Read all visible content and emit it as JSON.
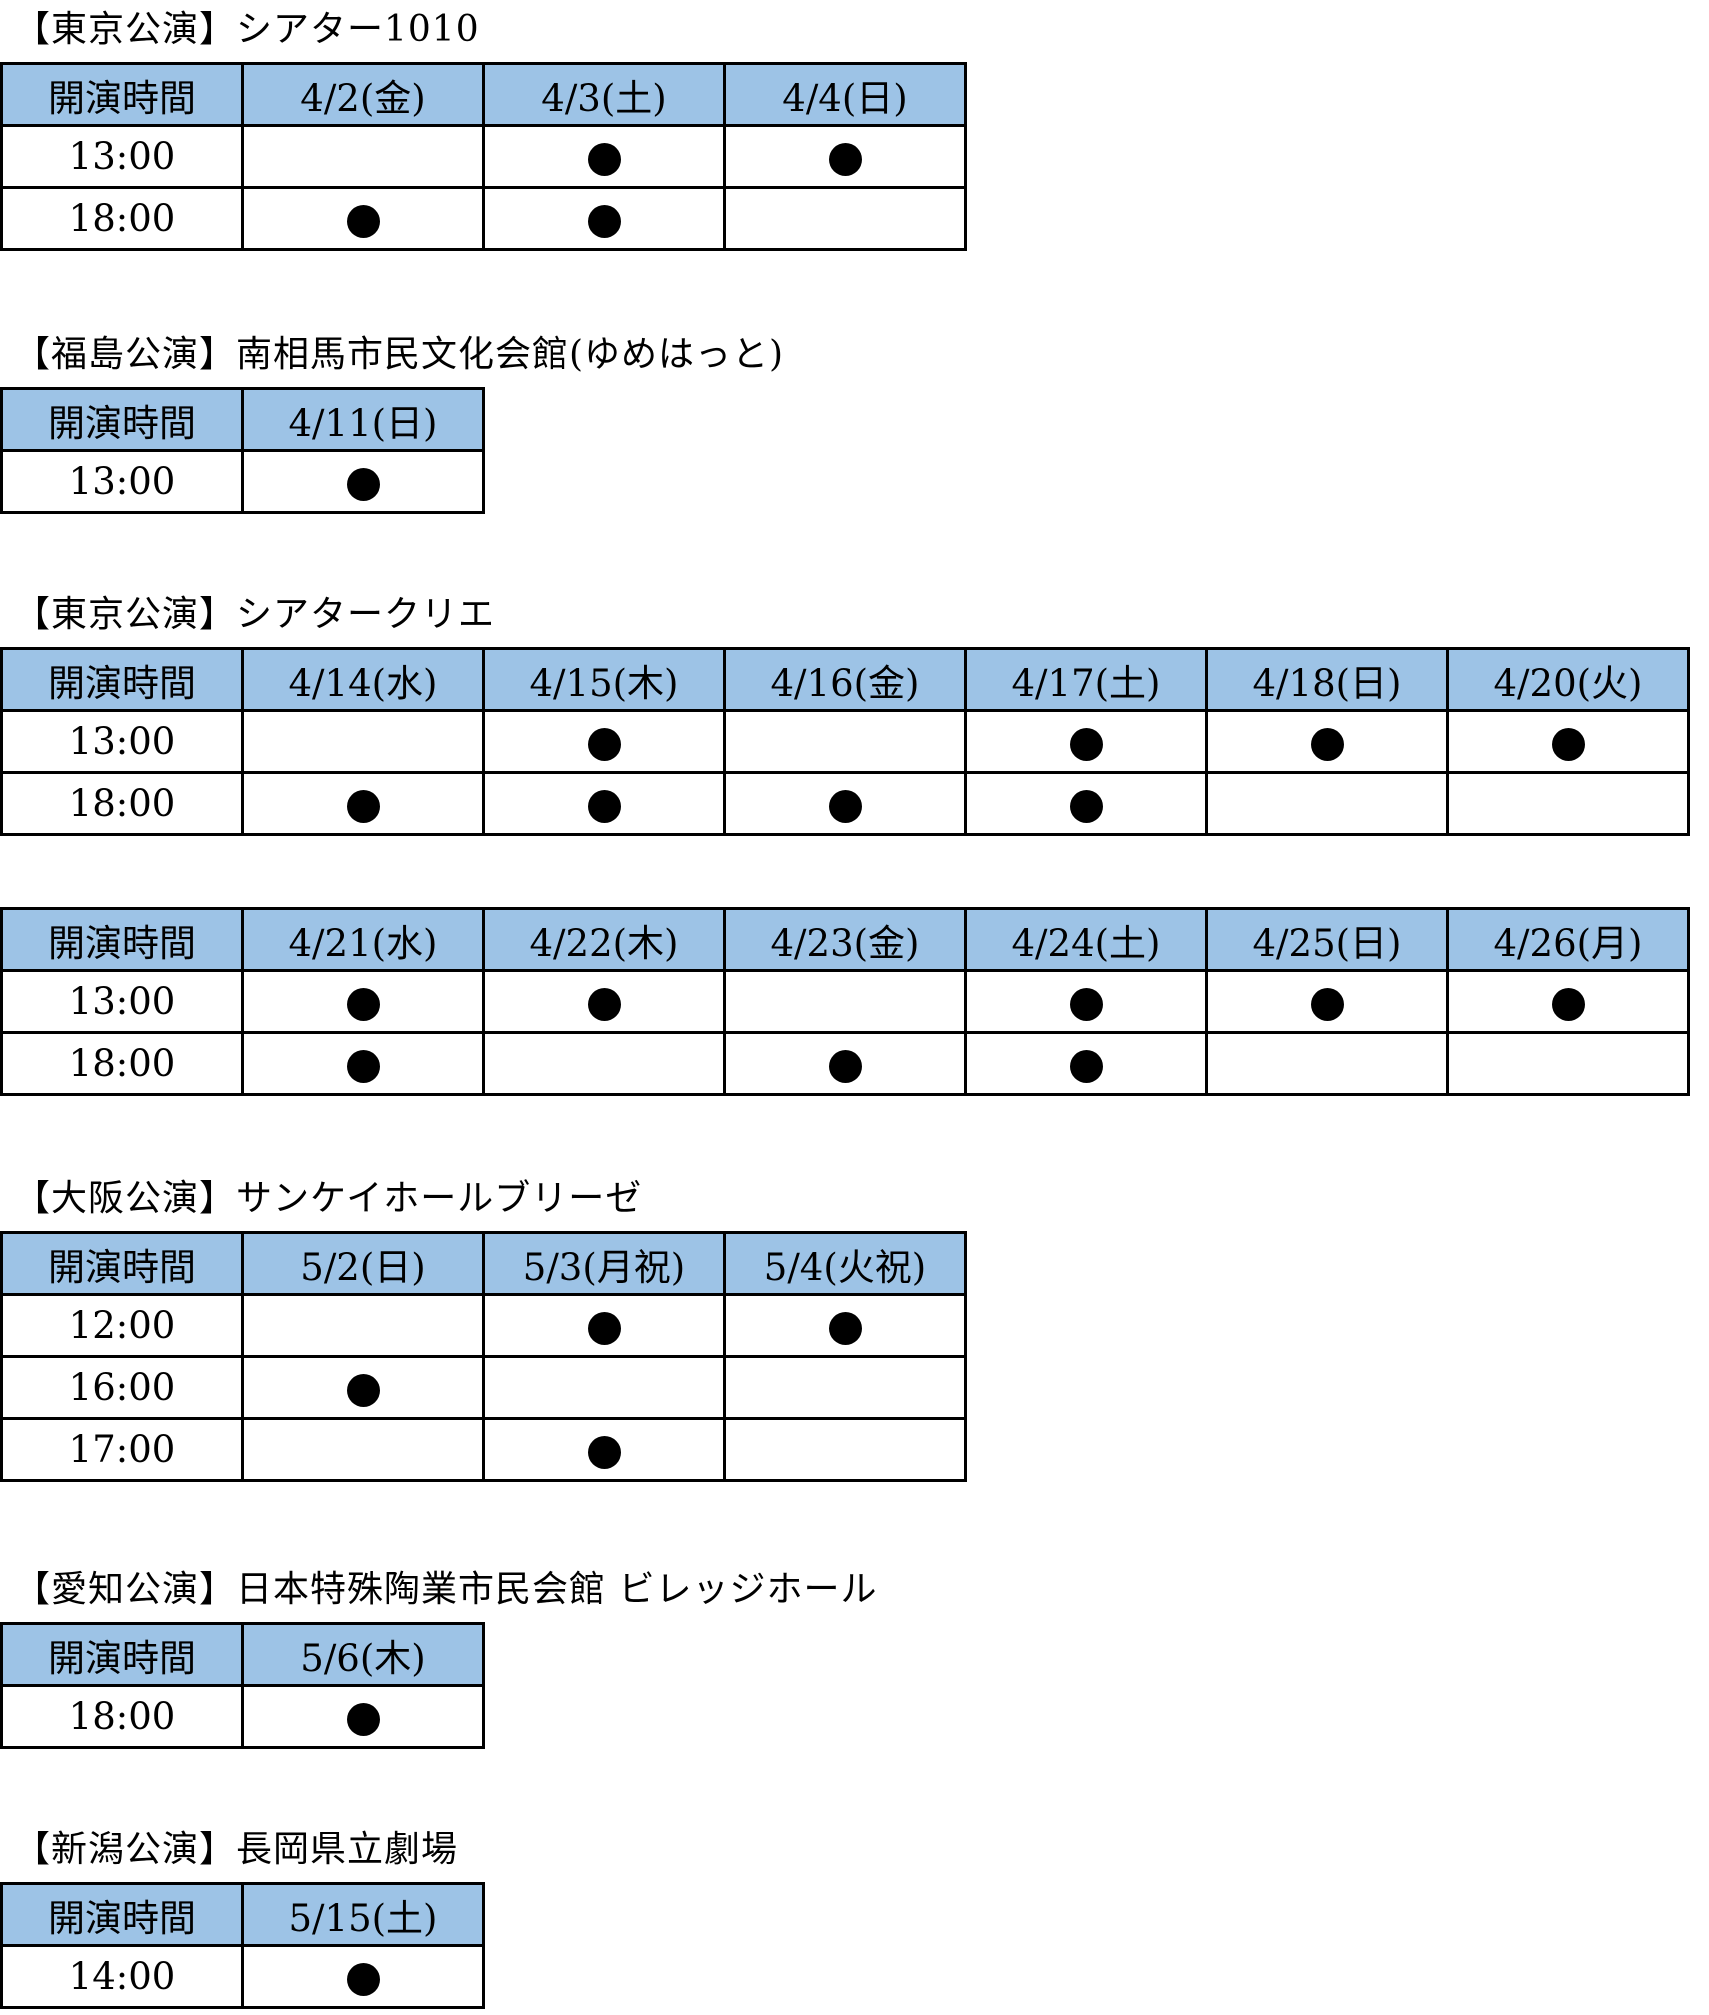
{
  "header_label": "開演時間",
  "mark_symbol": "●",
  "sections": [
    {
      "title": "【東京公演】シアター1010",
      "dates": [
        "4/2(金)",
        "4/3(土)",
        "4/4(日)"
      ],
      "rows": [
        {
          "time": "13:00",
          "marks": [
            false,
            true,
            true
          ]
        },
        {
          "time": "18:00",
          "marks": [
            true,
            true,
            false
          ]
        }
      ]
    },
    {
      "title": "【福島公演】南相馬市民文化会館(ゆめはっと)",
      "dates": [
        "4/11(日)"
      ],
      "rows": [
        {
          "time": "13:00",
          "marks": [
            true
          ]
        }
      ]
    },
    {
      "title": "【東京公演】シアタークリエ",
      "dates": [
        "4/14(水)",
        "4/15(木)",
        "4/16(金)",
        "4/17(土)",
        "4/18(日)",
        "4/20(火)"
      ],
      "rows": [
        {
          "time": "13:00",
          "marks": [
            false,
            true,
            false,
            true,
            true,
            true
          ]
        },
        {
          "time": "18:00",
          "marks": [
            true,
            true,
            true,
            true,
            false,
            false
          ]
        }
      ]
    },
    {
      "title": "",
      "dates": [
        "4/21(水)",
        "4/22(木)",
        "4/23(金)",
        "4/24(土)",
        "4/25(日)",
        "4/26(月)"
      ],
      "rows": [
        {
          "time": "13:00",
          "marks": [
            true,
            true,
            false,
            true,
            true,
            true
          ]
        },
        {
          "time": "18:00",
          "marks": [
            true,
            false,
            true,
            true,
            false,
            false
          ]
        }
      ]
    },
    {
      "title": "【大阪公演】サンケイホールブリーゼ",
      "dates": [
        "5/2(日)",
        "5/3(月祝)",
        "5/4(火祝)"
      ],
      "rows": [
        {
          "time": "12:00",
          "marks": [
            false,
            true,
            true
          ]
        },
        {
          "time": "16:00",
          "marks": [
            true,
            false,
            false
          ]
        },
        {
          "time": "17:00",
          "marks": [
            false,
            true,
            false
          ]
        }
      ]
    },
    {
      "title": "【愛知公演】日本特殊陶業市民会館 ビレッジホール",
      "dates": [
        "5/6(木)"
      ],
      "rows": [
        {
          "time": "18:00",
          "marks": [
            true
          ]
        }
      ]
    },
    {
      "title": "【新潟公演】長岡県立劇場",
      "dates": [
        "5/15(土)"
      ],
      "rows": [
        {
          "time": "14:00",
          "marks": [
            true
          ]
        }
      ]
    }
  ]
}
